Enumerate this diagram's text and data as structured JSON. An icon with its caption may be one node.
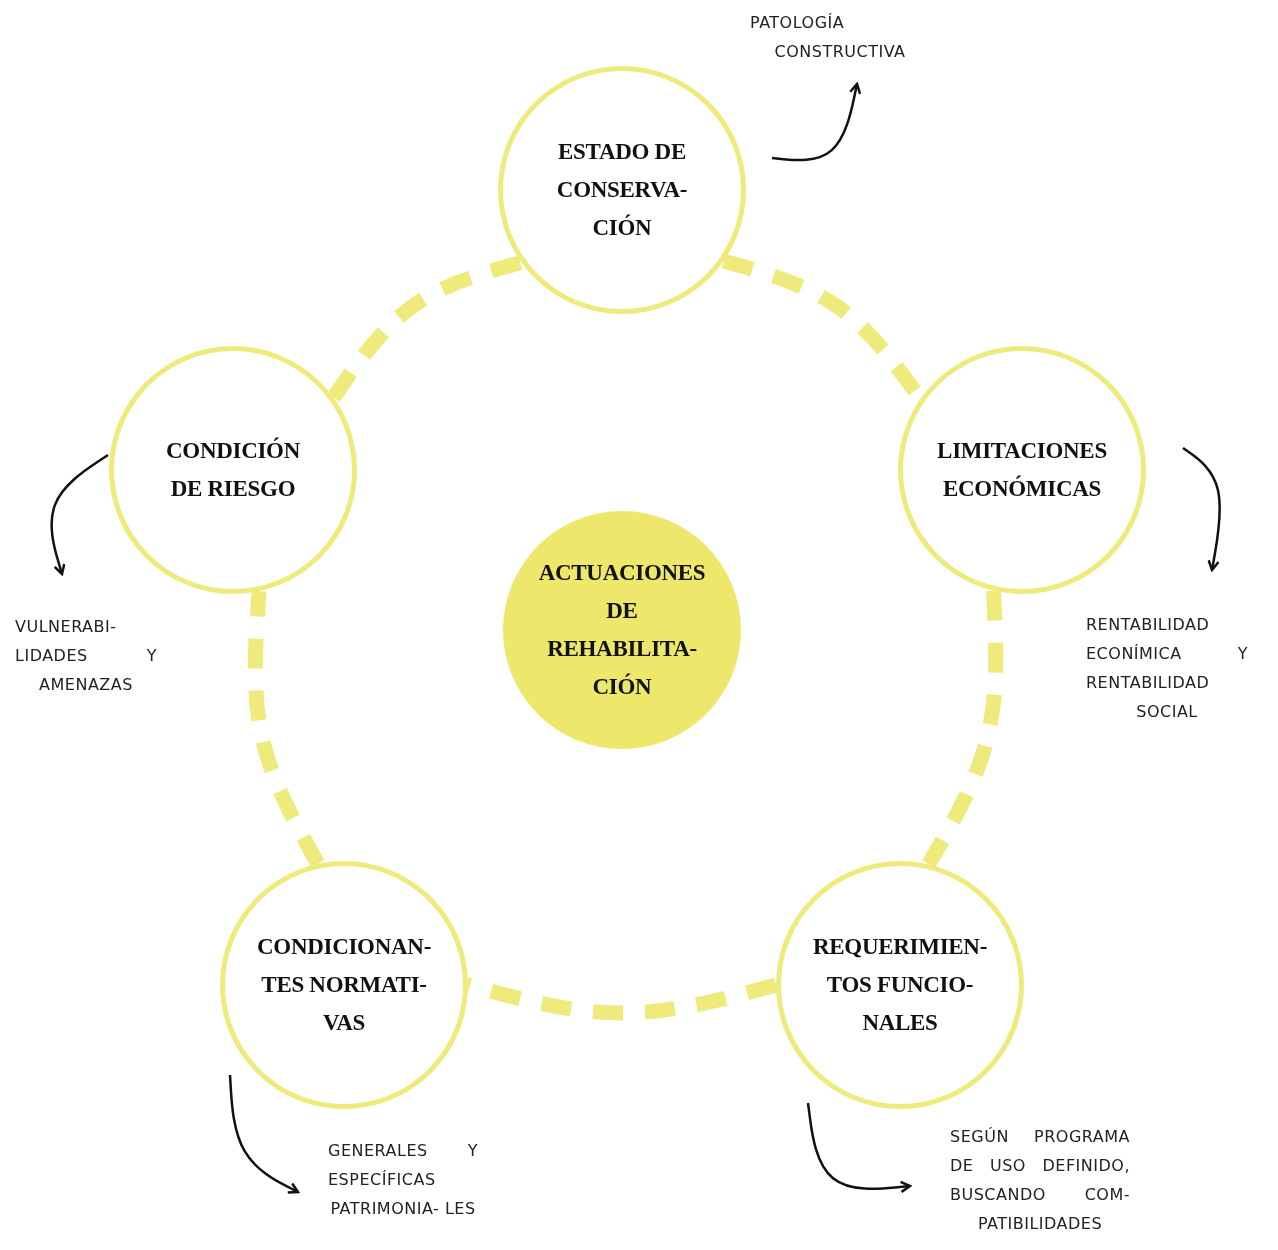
{
  "diagram": {
    "nodes": [
      {
        "text": [
          "PATOLOGÍA CONSTRUCTIVA"
        ]
      },
      {
        "text": [
          "ESTADO DE CONSERVA- CIÓN"
        ]
      },
      {
        "text": [
          "CONDICIÓN DE RIESGO"
        ]
      },
      {
        "text": [
          "LIMITACIONES ECONÓMICAS"
        ]
      },
      {
        "text": [
          "ACTUACIONES DE REHABILITA- CIÓN"
        ]
      },
      {
        "text": [
          "VULNERABI- LIDADES Y AMENAZAS"
        ]
      },
      {
        "text": [
          "RENTABILIDAD ECONÍMICA Y RENTABILIDAD SOCIAL"
        ]
      },
      {
        "text": [
          "CONDICIONAN- TES NORMATI- VAS"
        ]
      },
      {
        "text": [
          "REQUERIMIEN- TOS FUNCIO- NALES"
        ]
      },
      {
        "text": [
          "GENERALES Y ESPECÍFICAS PATRIMONIA- LES"
        ]
      },
      {
        "text": [
          "SEGÚN PROGRAMA DE USO DEFINIDO, BUSCANDO COM- PATIBILIDADES"
        ]
      }
    ],
    "edges": [
      {
        "from": 1,
        "to": 0,
        "arrow": "to"
      },
      {
        "from": 2,
        "to": 5,
        "arrow": "to"
      },
      {
        "from": 3,
        "to": 6,
        "arrow": "to"
      },
      {
        "from": 7,
        "to": 9,
        "arrow": "to"
      },
      {
        "from": 8,
        "to": 10,
        "arrow": "to"
      },
      {
        "from": 1,
        "to": 3,
        "arrow": "none",
        "style": "dashed",
        "color": "#eeeb7c"
      },
      {
        "from": 3,
        "to": 8,
        "arrow": "none",
        "style": "dashed",
        "color": "#eeeb7c"
      },
      {
        "from": 8,
        "to": 7,
        "arrow": "none",
        "style": "dashed",
        "color": "#eeeb7c"
      },
      {
        "from": 7,
        "to": 2,
        "arrow": "none",
        "style": "dashed",
        "color": "#eeeb7c"
      },
      {
        "from": 2,
        "to": 1,
        "arrow": "none",
        "style": "dashed",
        "color": "#eeeb7c"
      }
    ]
  }
}
